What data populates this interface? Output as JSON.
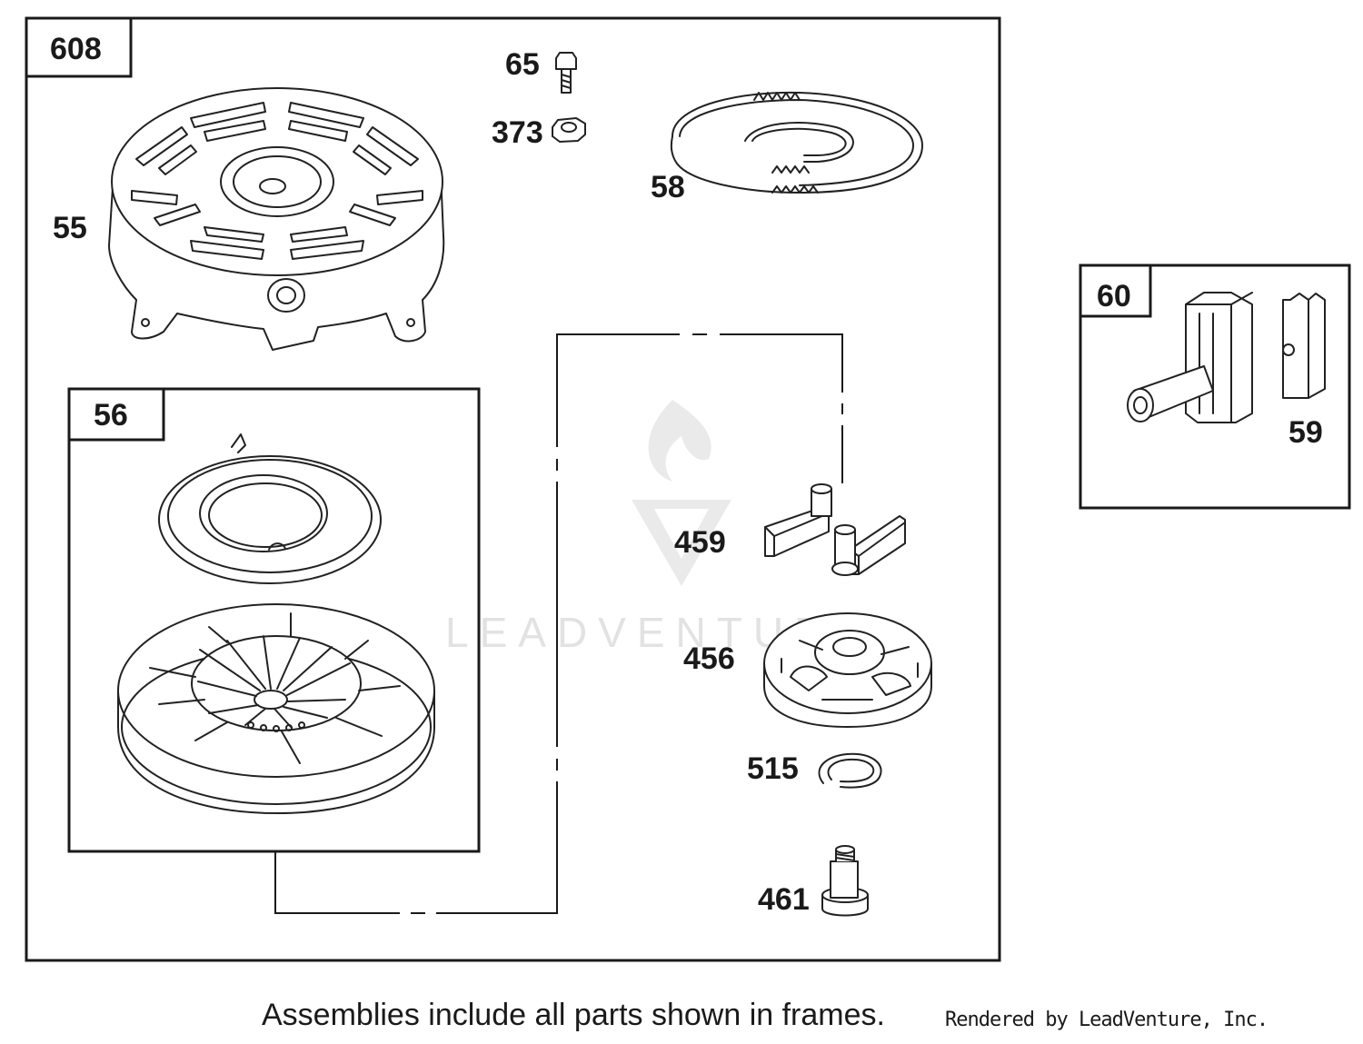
{
  "frames": [
    {
      "id": "frame-608",
      "label": "608"
    },
    {
      "id": "frame-56",
      "label": "56"
    },
    {
      "id": "frame-60",
      "label": "60"
    }
  ],
  "callouts": {
    "p65": "65",
    "p373": "373",
    "p58": "58",
    "p55": "55",
    "p459": "459",
    "p456": "456",
    "p515": "515",
    "p461": "461",
    "p59": "59"
  },
  "watermark": {
    "text": "LEADVENTURE"
  },
  "footer": {
    "note": "Assemblies include all parts shown in frames.",
    "credit": "Rendered by LeadVenture, Inc."
  }
}
